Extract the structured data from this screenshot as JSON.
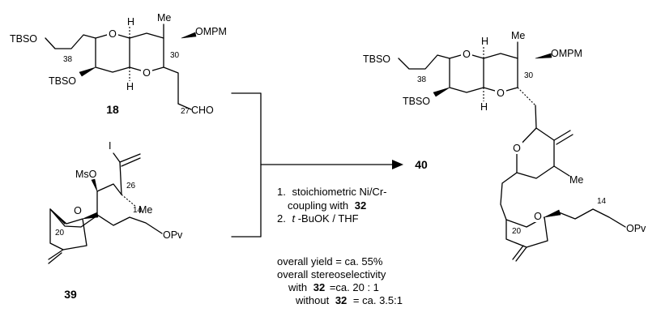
{
  "compounds": {
    "c18": {
      "label": "18",
      "tbso_top": "TBSO",
      "tbso_bottom": "TBSO",
      "me": "Me",
      "ompm": "OMPM",
      "cho": "CHO",
      "n38": "38",
      "n30": "30",
      "n27": "27"
    },
    "c39": {
      "label": "39",
      "mso": "MsO",
      "iodo": "I",
      "me": "Me",
      "opv": "OPv",
      "n26": "26",
      "n20": "20",
      "n14": "14"
    },
    "c40": {
      "label": "40",
      "tbso_top": "TBSO",
      "tbso_bottom": "TBSO",
      "me_top": "Me",
      "me_mid": "Me",
      "ompm": "OMPM",
      "opv": "OPv",
      "n38": "38",
      "n30": "30",
      "n20": "20",
      "n14": "14"
    }
  },
  "conditions": {
    "step1_num": "1.",
    "step1_text": "stoichiometric Ni/Cr-",
    "step1_line2": "coupling with",
    "step1_ref": "32",
    "step2_num": "2.",
    "step2_italic": "t",
    "step2_text": "-BuOK / THF",
    "yield": "overall yield = ca. 55%",
    "stereo_title": "overall stereoselectivity",
    "with_label": "with",
    "with_ref": "32",
    "with_value": "=ca. 20 : 1",
    "without_label": "without",
    "without_ref": "32",
    "without_value": "= ca. 3.5:1"
  },
  "icons": {
    "arrow": "reaction-arrow-icon",
    "bracket": "combine-bracket-icon"
  }
}
